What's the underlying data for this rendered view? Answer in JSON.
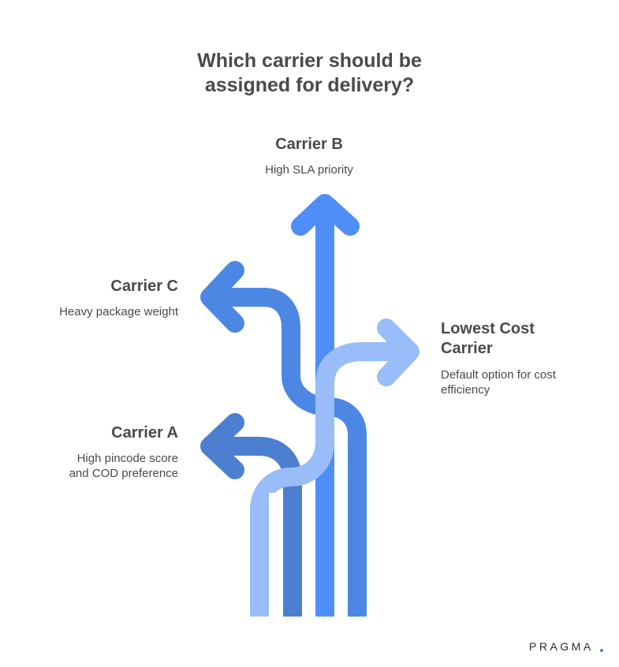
{
  "title": {
    "line1": "Which carrier should be",
    "line2": "assigned for delivery?"
  },
  "carrier_b": {
    "name": "Carrier B",
    "desc": "High SLA priority"
  },
  "carrier_c": {
    "name": "Carrier C",
    "desc": "Heavy package weight"
  },
  "carrier_a": {
    "name": "Carrier A",
    "desc_line1": "High pincode score",
    "desc_line2": "and COD preference"
  },
  "lowest_cost": {
    "name_line1": "Lowest Cost",
    "name_line2": "Carrier",
    "desc_line1": "Default option for cost",
    "desc_line2": "efficiency"
  },
  "brand": {
    "name": "PRAGMA"
  },
  "colors": {
    "arrow_a": "#4c7fd0",
    "arrow_b": "#4f8ef7",
    "arrow_c": "#4c87e4",
    "arrow_lowest": "#98bdf8",
    "text": "#4a4a4a",
    "brand_dot": "#3e7ee6"
  }
}
